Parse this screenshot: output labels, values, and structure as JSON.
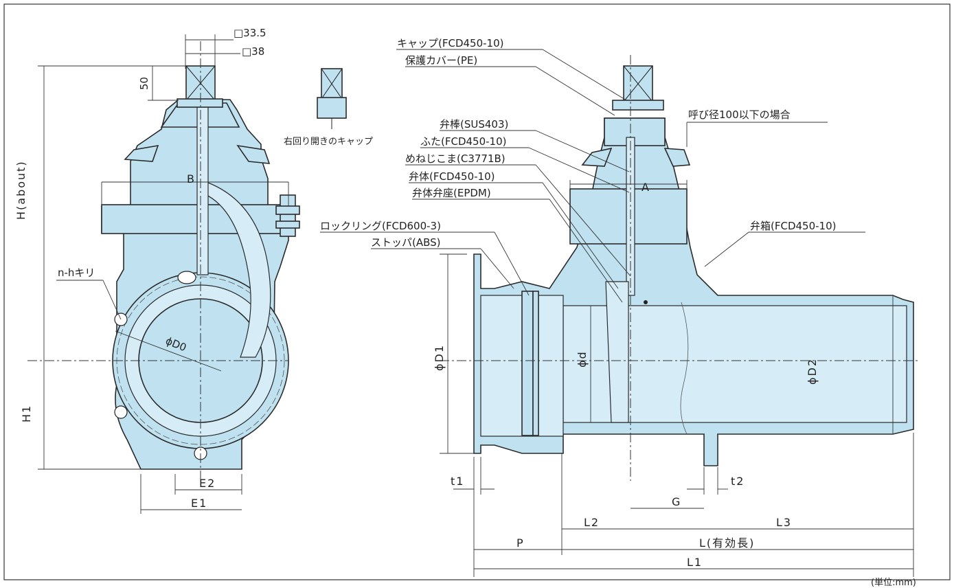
{
  "left_view": {
    "dim_sq_33_5": "□33.5",
    "dim_sq_38": "□38",
    "dim_50": "50",
    "dim_h_about": "H(about)",
    "dim_h1": "H1",
    "dim_b": "B",
    "hole_label": "n-hキリ",
    "dim_d0": "ϕD0",
    "dim_e2": "E2",
    "dim_e1": "E1"
  },
  "cap_detail": {
    "caption": "右回り開きのキャップ"
  },
  "right_view": {
    "parts": {
      "cap": "キャップ(FCD450-10)",
      "cover": "保護カバー(PE)",
      "stem": "弁棒(SUS403)",
      "lid": "ふた(FCD450-10)",
      "nut": "めねじこま(C3771B)",
      "valve_body": "弁体(FCD450-10)",
      "seat": "弁体弁座(EPDM)",
      "lock_ring": "ロックリング(FCD600-3)",
      "stopper": "ストッパ(ABS)",
      "box": "弁箱(FCD450-10)"
    },
    "note_small_dia": "呼び径100以下の場合",
    "dim_a": "A",
    "dim_d1": "ϕD1",
    "dim_d": "ϕd",
    "dim_d2": "ϕD2",
    "dim_t1": "t1",
    "dim_t2": "t2",
    "dim_g": "G",
    "dim_l2": "L2",
    "dim_l3": "L3",
    "dim_p": "P",
    "dim_l": "L(有効長)",
    "dim_l1": "L1"
  },
  "unit_note": "(単位:mm)",
  "colors": {
    "body_fill": "#bfe1f0",
    "frame": "#333333"
  }
}
